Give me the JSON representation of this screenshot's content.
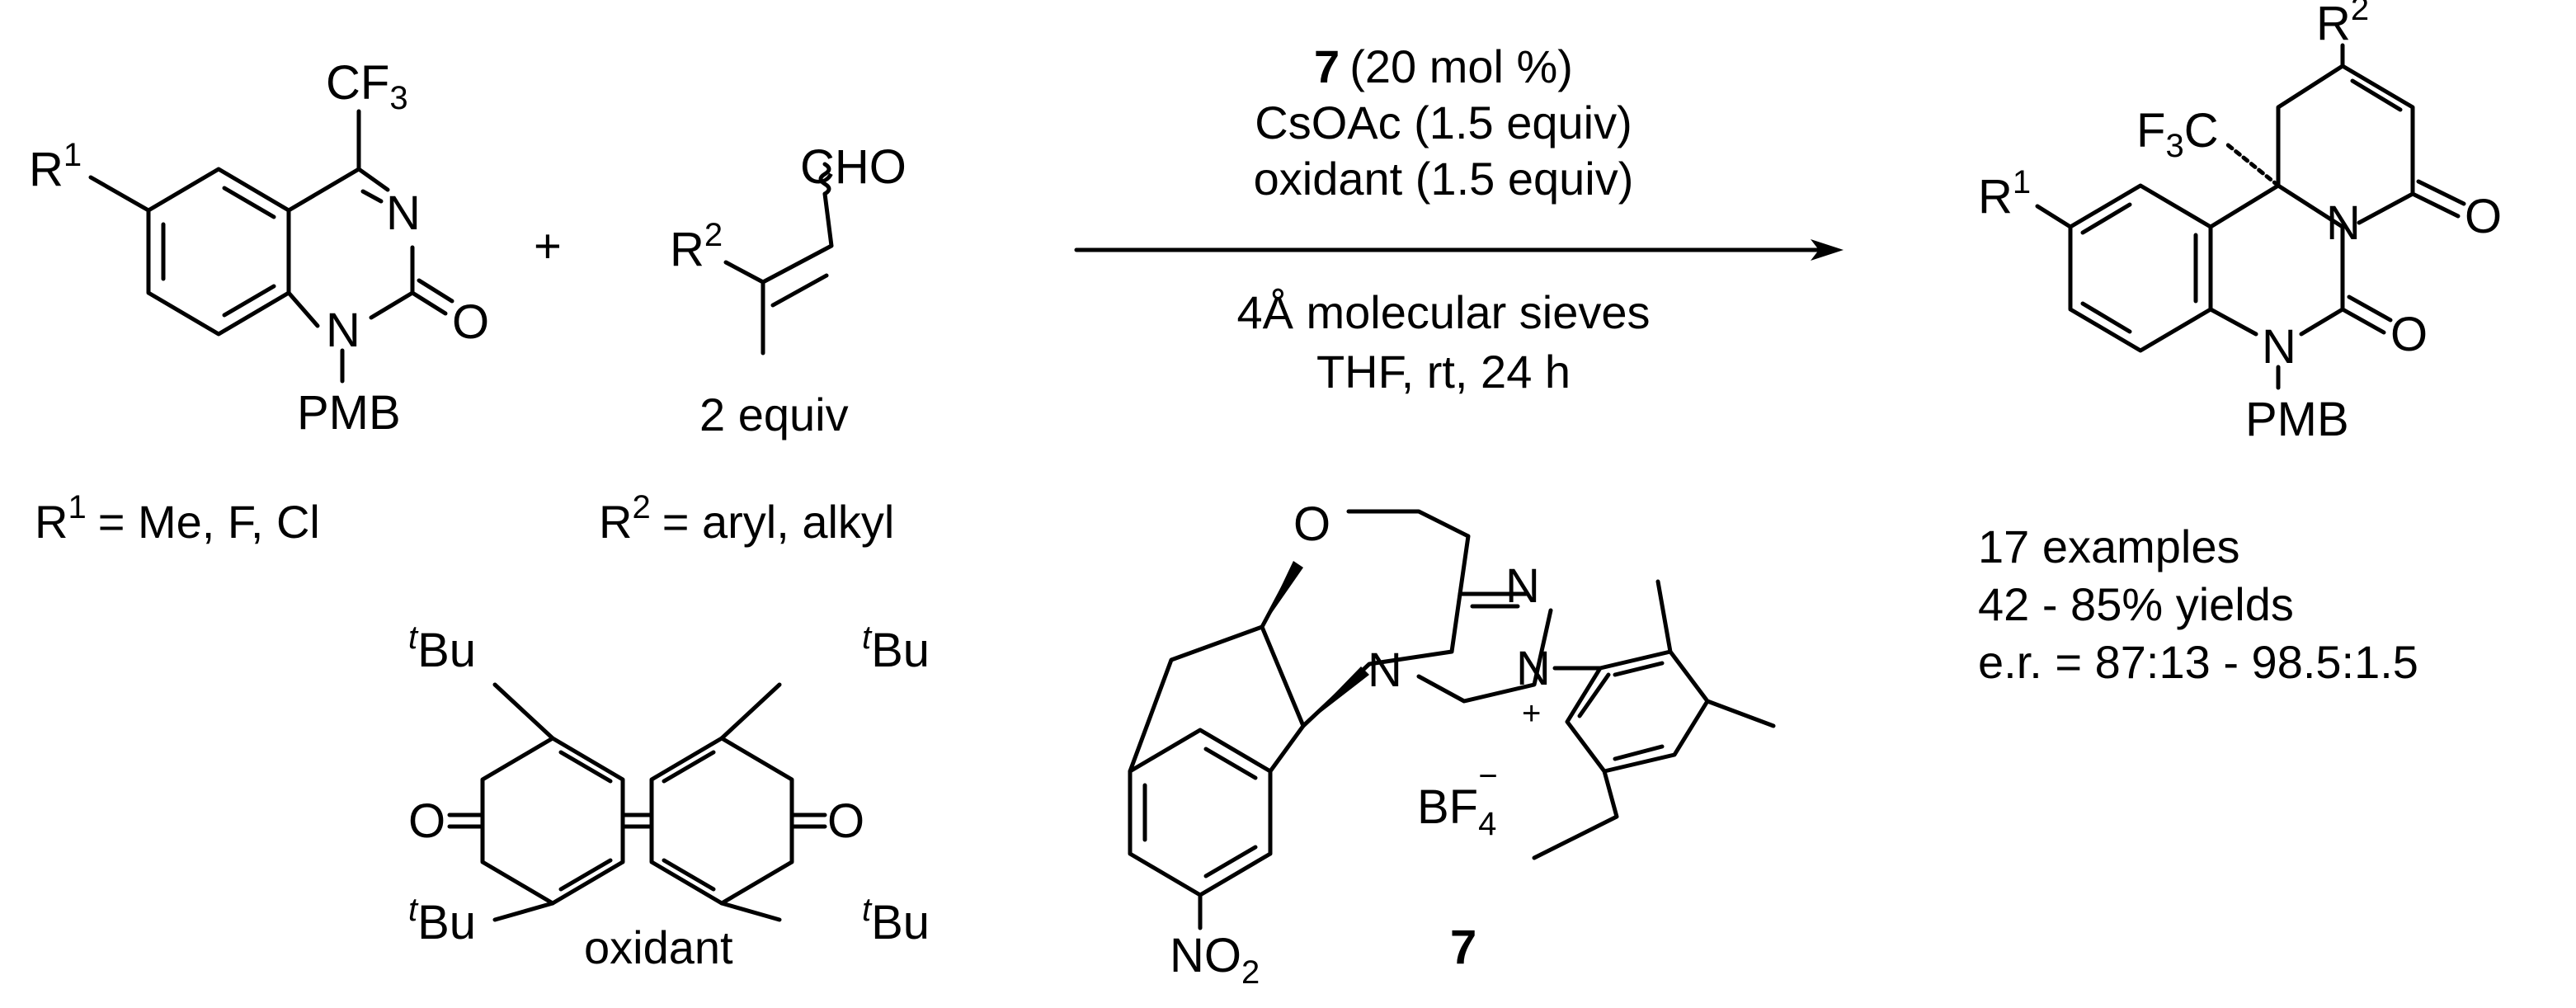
{
  "reagent_1": {
    "r_group": "R",
    "r_index": "1",
    "cf3": "CF",
    "cf3_sub": "3",
    "n_ring": "N",
    "n1": "N",
    "carbonyl_o": "O",
    "pmb": "PMB",
    "scope": "= Me, F, Cl"
  },
  "plus_sign": "+",
  "reagent_2": {
    "cho": "CHO",
    "r_group": "R",
    "r_index": "2",
    "equiv": "2 equiv",
    "scope": "= aryl, alkyl"
  },
  "conditions": {
    "catalyst_id": "7",
    "catalyst_loading": "(20 mol %)",
    "base": "CsOAc (1.5 equiv)",
    "oxidant": "oxidant (1.5 equiv)",
    "additive": "4Å molecular sieves",
    "solvent_temp_time": "THF, rt, 24 h"
  },
  "product": {
    "r1": "R",
    "r1_index": "1",
    "r2": "R",
    "r2_index": "2",
    "cf3_prefix": "F",
    "cf3_sub": "3",
    "cf3_suffix": "C",
    "n_imide": "N",
    "n_pmb": "N",
    "o1": "O",
    "o2": "O",
    "pmb": "PMB",
    "examples": "17 examples",
    "yields": "42 - 85% yields",
    "er": "e.r. = 87:13 - 98.5:1.5"
  },
  "oxidant_structure": {
    "o_left": "O",
    "o_right": "O",
    "tbu_t": "t",
    "tbu": "Bu",
    "name": "oxidant"
  },
  "catalyst_7": {
    "o_ring": "O",
    "n_a": "N",
    "n_b": "N",
    "n_c": "N",
    "plus": "+",
    "counterion": "BF",
    "counterion_sub": "4",
    "counterion_charge": "−",
    "nitro": "NO",
    "nitro_sub": "2",
    "id": "7"
  }
}
